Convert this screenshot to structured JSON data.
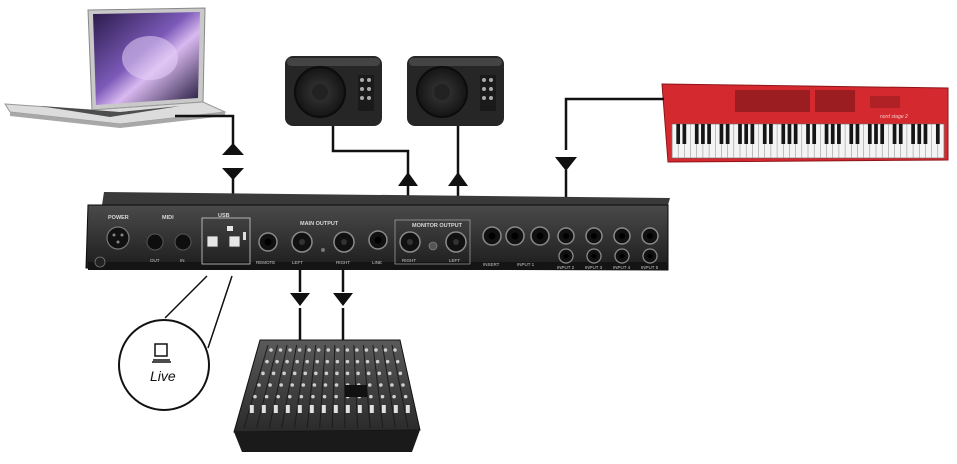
{
  "interface": {
    "power": "POWER",
    "midi": "MIDI",
    "midi_out": "OUT",
    "midi_in": "IN",
    "usb": "USB",
    "remote": "REMOTE",
    "main_output": "MAIN OUTPUT",
    "main_left": "LEFT",
    "main_right": "RIGHT",
    "line": "LINE",
    "monitor_output": "MONITOR OUTPUT",
    "monitor_right": "RIGHT",
    "monitor_left": "LEFT",
    "insert": "INSERT",
    "input_1": "INPUT 1",
    "input_2": "INPUT 2",
    "input_3": "INPUT 3",
    "input_4": "INPUT 4",
    "input_5": "INPUT 5"
  },
  "keyboard": {
    "brand": "nord stage 2"
  },
  "callout": {
    "label": "Live"
  },
  "colors": {
    "keyboard_red": "#d42a2f",
    "chassis": "#1f1f1f",
    "cable": "#111111"
  }
}
